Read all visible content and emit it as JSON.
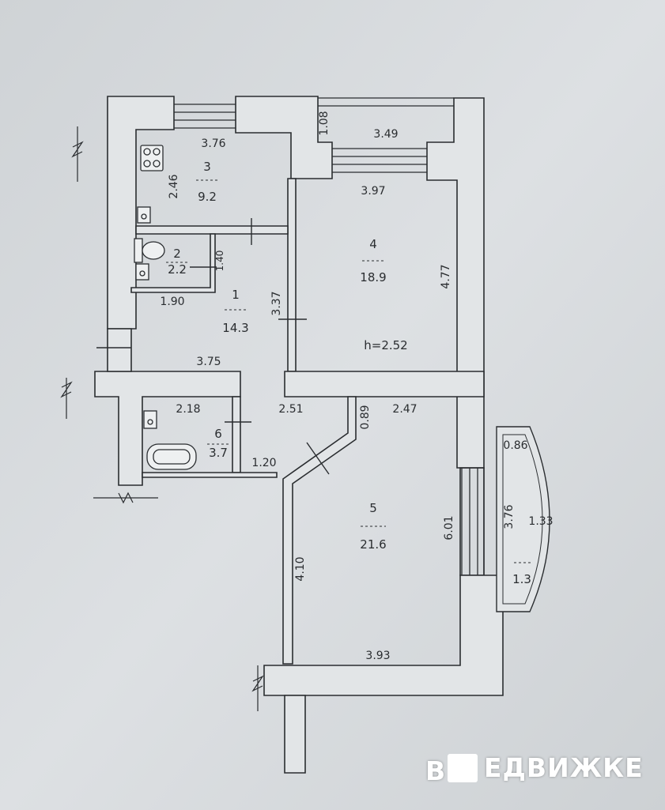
{
  "rooms": [
    {
      "number": "1",
      "area": "14.3"
    },
    {
      "number": "2",
      "area": "2.2"
    },
    {
      "number": "3",
      "area": "9.2"
    },
    {
      "number": "4",
      "area": "18.9"
    },
    {
      "number": "5",
      "area": "21.6"
    },
    {
      "number": "6",
      "area": "3.7"
    },
    {
      "number": "",
      "area": "1.3"
    }
  ],
  "dimensions": {
    "d_3_76_top": "3.76",
    "d_1_08": "1.08",
    "d_3_49": "3.49",
    "d_2_46": "2.46",
    "d_3_97": "3.97",
    "d_1_40": "1.40",
    "d_4_77": "4.77",
    "d_1_90": "1.90",
    "d_3_37": "3.37",
    "d_3_75": "3.75",
    "d_2_18": "2.18",
    "d_2_51": "2.51",
    "d_0_89": "0.89",
    "d_2_47": "2.47",
    "d_0_86": "0.86",
    "d_1_20": "1.20",
    "d_3_76_balcony": "3.76",
    "d_1_33": "1.33",
    "d_6_01": "6.01",
    "d_4_10": "4.10",
    "d_3_93": "3.93"
  },
  "ceiling_height": "h=2.52",
  "watermark": {
    "prefix": "В",
    "text": "ЕДВИЖКЕ"
  },
  "colors": {
    "paper": "#d9dde0",
    "wall": "#e2e5e7",
    "ink": "#2a2d30"
  }
}
